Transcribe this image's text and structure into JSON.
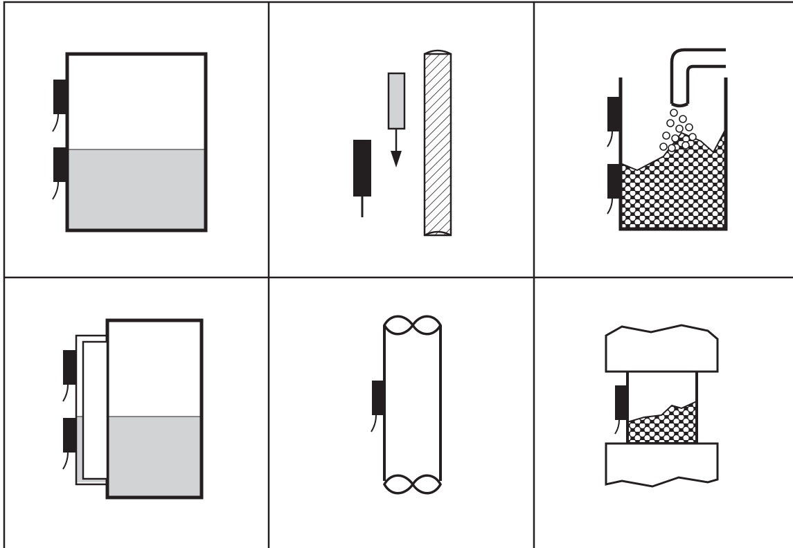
{
  "diagram": {
    "layout": "grid",
    "rows": 2,
    "columns": 3,
    "panels": [
      {
        "subject": "liquid-tank-two-sensors",
        "fill_level": 0.5
      },
      {
        "subject": "object-approaching-sensor-near-wall"
      },
      {
        "subject": "granular-material-hopper-with-feed-pipe"
      },
      {
        "subject": "tank-with-bypass-tube-two-sensors",
        "fill_level": 0.55
      },
      {
        "subject": "pipe-section-with-sensor"
      },
      {
        "subject": "granular-material-between-blocks"
      }
    ]
  },
  "colors": {
    "line": "#231f20",
    "sensor": "#231f20",
    "liquid": "#d1d3d4",
    "pellet_fill": "#ffffff",
    "background": "#ffffff"
  }
}
